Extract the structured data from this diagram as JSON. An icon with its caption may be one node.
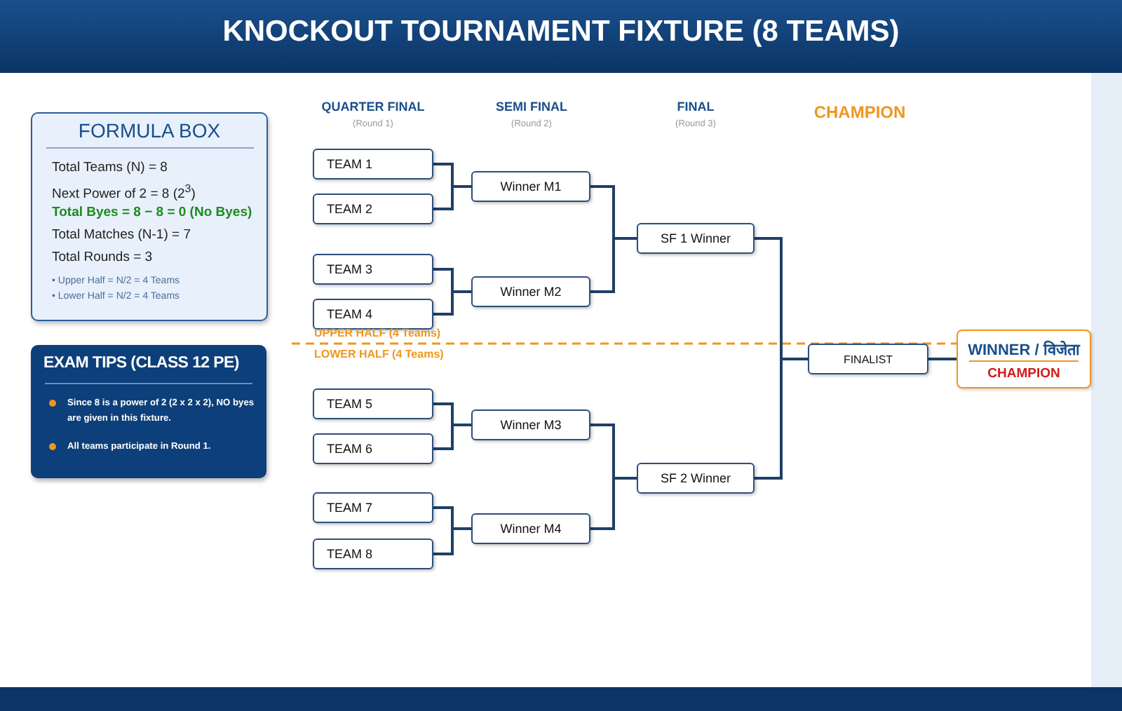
{
  "diagram": {
    "title": "KNOCKOUT TOURNAMENT FIXTURE (8 TEAMS)",
    "nodes": [
      {
        "text": [
          "FORMULA BOX",
          "Total Teams (N) = 8",
          "Next Power of 2 = 8 (2$^{3}$)",
          "Total Byes = 8 − 8 = 0 (No Byes)",
          "Total Matches (N-1) = 7",
          "Total Rounds = 3",
          "• Upper Half = N/2 = 4 Teams",
          "• Lower Half = N/2 = 4 Teams"
        ]
      },
      {
        "text": [
          "EXAM TIPS (CLASS 12 PE)",
          "Since 8 is a power of 2 (2 x 2 x 2), NO byes are given in this fixture.",
          "All teams participate in Round 1."
        ]
      },
      {
        "text": [
          "TEAM 1"
        ]
      },
      {
        "text": [
          "TEAM 2"
        ]
      },
      {
        "text": [
          "TEAM 3"
        ]
      },
      {
        "text": [
          "TEAM 4"
        ]
      },
      {
        "text": [
          "TEAM 5"
        ]
      },
      {
        "text": [
          "TEAM 6"
        ]
      },
      {
        "text": [
          "TEAM 7"
        ]
      },
      {
        "text": [
          "TEAM 8"
        ]
      },
      {
        "text": [
          "Winner M1"
        ]
      },
      {
        "text": [
          "Winner M2"
        ]
      },
      {
        "text": [
          "Winner M3"
        ]
      },
      {
        "text": [
          "Winner M4"
        ]
      },
      {
        "text": [
          "SF 1 Winner"
        ]
      },
      {
        "text": [
          "SF 2 Winner"
        ]
      },
      {
        "text": [
          "FINALIST"
        ]
      },
      {
        "text": [
          "WINNER / विजेता",
          "CHAMPION"
        ]
      }
    ],
    "edges": [
      {
        "from": 2,
        "to": 10,
        "arrow": "none"
      },
      {
        "from": 3,
        "to": 10,
        "arrow": "none"
      },
      {
        "from": 4,
        "to": 11,
        "arrow": "none"
      },
      {
        "from": 5,
        "to": 11,
        "arrow": "none"
      },
      {
        "from": 6,
        "to": 12,
        "arrow": "none"
      },
      {
        "from": 7,
        "to": 12,
        "arrow": "none"
      },
      {
        "from": 8,
        "to": 13,
        "arrow": "none"
      },
      {
        "from": 9,
        "to": 13,
        "arrow": "none"
      },
      {
        "from": 10,
        "to": 14,
        "arrow": "none"
      },
      {
        "from": 11,
        "to": 14,
        "arrow": "none"
      },
      {
        "from": 12,
        "to": 15,
        "arrow": "none"
      },
      {
        "from": 13,
        "to": 15,
        "arrow": "none"
      },
      {
        "from": 14,
        "to": 16,
        "arrow": "none"
      },
      {
        "from": 15,
        "to": 16,
        "arrow": "none"
      },
      {
        "from": 16,
        "to": 17,
        "arrow": "none"
      }
    ],
    "labels": [
      "QUARTER FINAL",
      "(Round 1)",
      "SEMI FINAL",
      "(Round 2)",
      "FINAL",
      "(Round 3)",
      "CHAMPION",
      "UPPER HALF (4 Teams)",
      "LOWER HALF (4 Teams)"
    ]
  }
}
